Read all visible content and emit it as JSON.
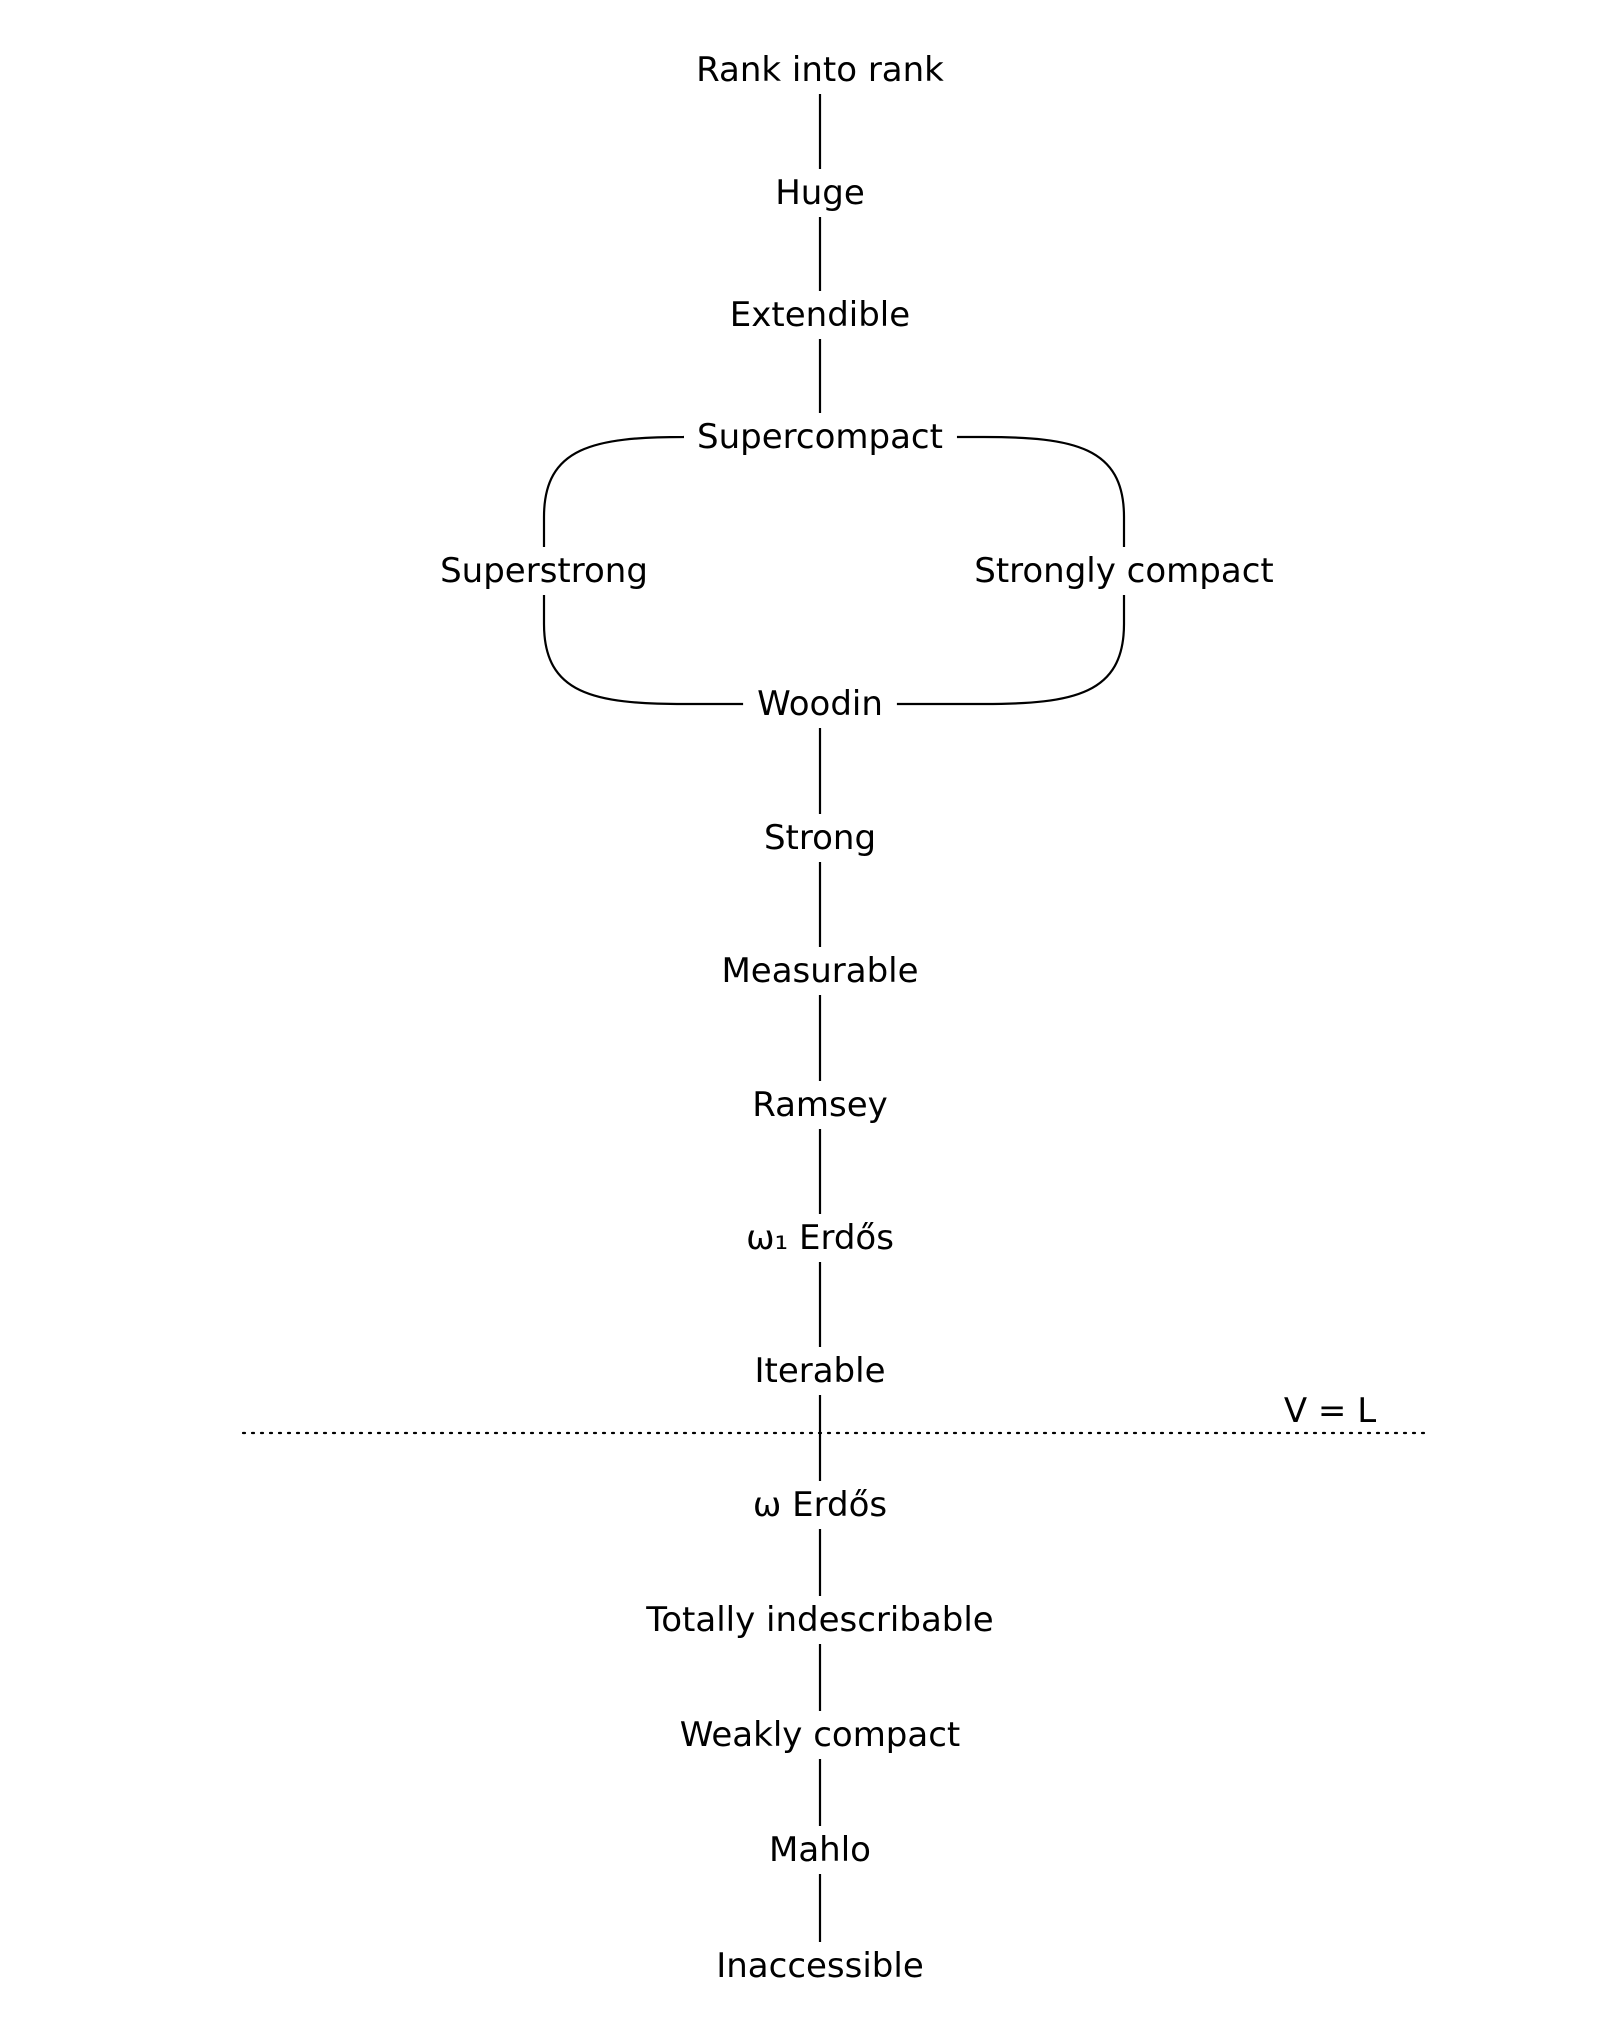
{
  "nodes": [
    {
      "id": "rank-into-rank",
      "label": "Rank into rank"
    },
    {
      "id": "huge",
      "label": "Huge"
    },
    {
      "id": "extendible",
      "label": "Extendible"
    },
    {
      "id": "supercompact",
      "label": "Supercompact"
    },
    {
      "id": "superstrong",
      "label": "Superstrong"
    },
    {
      "id": "strongly-compact",
      "label": "Strongly compact"
    },
    {
      "id": "woodin",
      "label": "Woodin"
    },
    {
      "id": "strong",
      "label": "Strong"
    },
    {
      "id": "measurable",
      "label": "Measurable"
    },
    {
      "id": "ramsey",
      "label": "Ramsey"
    },
    {
      "id": "omega1-erdos",
      "label": "ω₁ Erdős"
    },
    {
      "id": "iterable",
      "label": "Iterable"
    },
    {
      "id": "omega-erdos",
      "label": "ω Erdős"
    },
    {
      "id": "totally-indescribable",
      "label": "Totally indescribable"
    },
    {
      "id": "weakly-compact",
      "label": "Weakly compact"
    },
    {
      "id": "mahlo",
      "label": "Mahlo"
    },
    {
      "id": "inaccessible",
      "label": "Inaccessible"
    }
  ],
  "edges": [
    [
      "rank-into-rank",
      "huge"
    ],
    [
      "huge",
      "extendible"
    ],
    [
      "extendible",
      "supercompact"
    ],
    [
      "supercompact",
      "superstrong"
    ],
    [
      "supercompact",
      "strongly-compact"
    ],
    [
      "superstrong",
      "woodin"
    ],
    [
      "strongly-compact",
      "woodin"
    ],
    [
      "woodin",
      "strong"
    ],
    [
      "strong",
      "measurable"
    ],
    [
      "measurable",
      "ramsey"
    ],
    [
      "ramsey",
      "omega1-erdos"
    ],
    [
      "omega1-erdos",
      "iterable"
    ],
    [
      "iterable",
      "omega-erdos"
    ],
    [
      "omega-erdos",
      "totally-indescribable"
    ],
    [
      "totally-indescribable",
      "weakly-compact"
    ],
    [
      "weakly-compact",
      "mahlo"
    ],
    [
      "mahlo",
      "inaccessible"
    ]
  ],
  "divider": {
    "label": "V = L",
    "style": "dotted"
  }
}
